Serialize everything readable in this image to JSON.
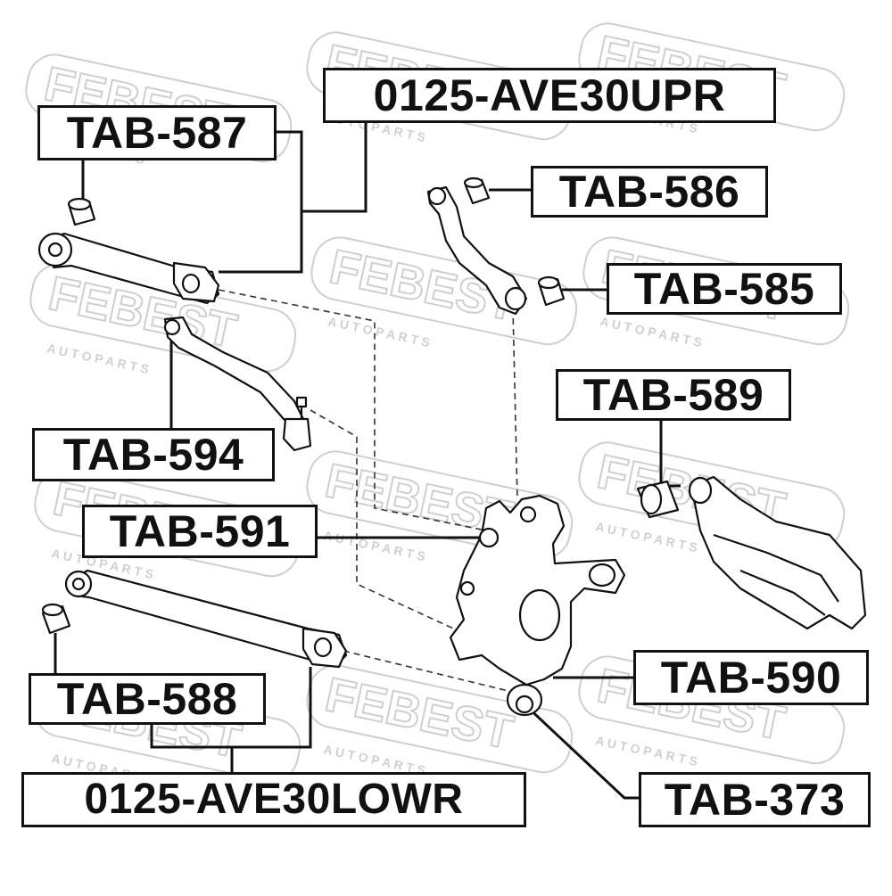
{
  "watermark": {
    "brand": "FEBEST",
    "tagline": "A U T O   P A R T S",
    "color": "#c8c8c8"
  },
  "labels": {
    "upper_assembly": "0125-AVE30UPR",
    "tab587": "TAB-587",
    "tab586": "TAB-586",
    "tab585": "TAB-585",
    "tab589": "TAB-589",
    "tab594": "TAB-594",
    "tab591": "TAB-591",
    "tab588": "TAB-588",
    "tab590": "TAB-590",
    "lower_assembly": "0125-AVE30LOWR",
    "tab373": "TAB-373"
  }
}
